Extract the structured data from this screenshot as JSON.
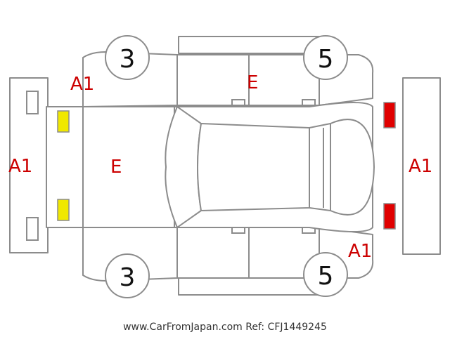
{
  "colors": {
    "outline": "#8c8c8c",
    "damage_code": "#cc0000",
    "front_lights": "#f0e800",
    "rear_lights": "#e00000"
  },
  "wheels": {
    "front_left": "3",
    "front_right": "3",
    "rear_left": "5",
    "rear_right": "5"
  },
  "damage_codes": {
    "front_bumper": "A1",
    "front_left_fender": "A1",
    "hood": "E",
    "rear_bumper": "A1",
    "left_rear_door": "E",
    "right_rear_quarter": "A1"
  },
  "footer": {
    "credit": "www.CarFromJapan.com Ref: CFJ1449245"
  }
}
